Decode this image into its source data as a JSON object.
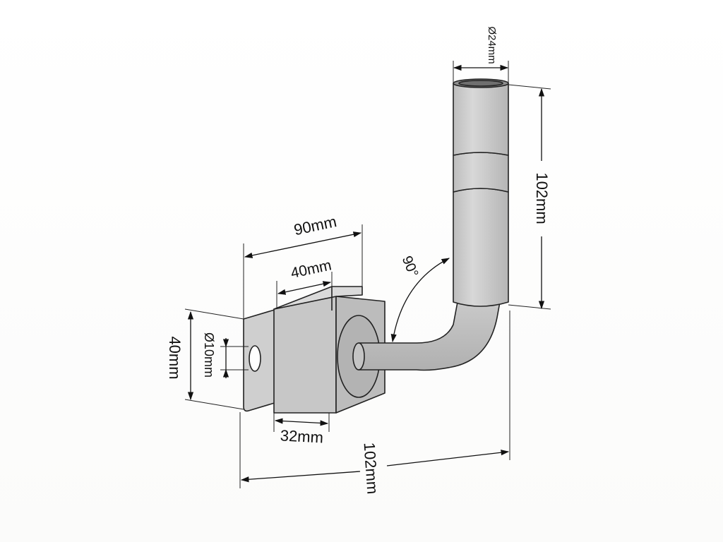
{
  "dimensions": {
    "tube_diameter": "Ø24mm",
    "tube_length": "102mm",
    "angle": "90°",
    "overall_width": "90mm",
    "bracket_width": "40mm",
    "bracket_height": "40mm",
    "hole_diameter": "Ø10mm",
    "base_width": "32mm",
    "overall_depth": "102mm"
  },
  "colors": {
    "metal_light": "#d9d9d9",
    "metal_mid": "#c2c2c2",
    "metal_dark": "#a8a8a8",
    "line": "#111111"
  }
}
